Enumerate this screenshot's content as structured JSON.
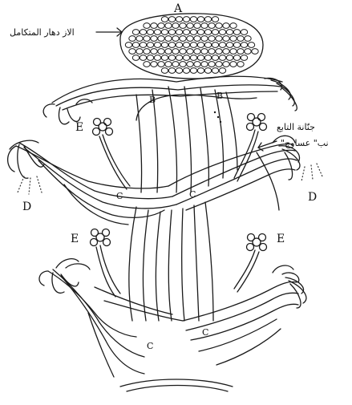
{
  "labels": {
    "A": "A",
    "B": "B",
    "C": "C",
    "D": "D",
    "E": "E"
  },
  "arabic_annotations": {
    "top_left": "الاز دهار المتكامل",
    "right_upper": "جنّانة التابع",
    "right_lower": "\"نب\" عساوج"
  },
  "ink_color": "#1a1a1a"
}
